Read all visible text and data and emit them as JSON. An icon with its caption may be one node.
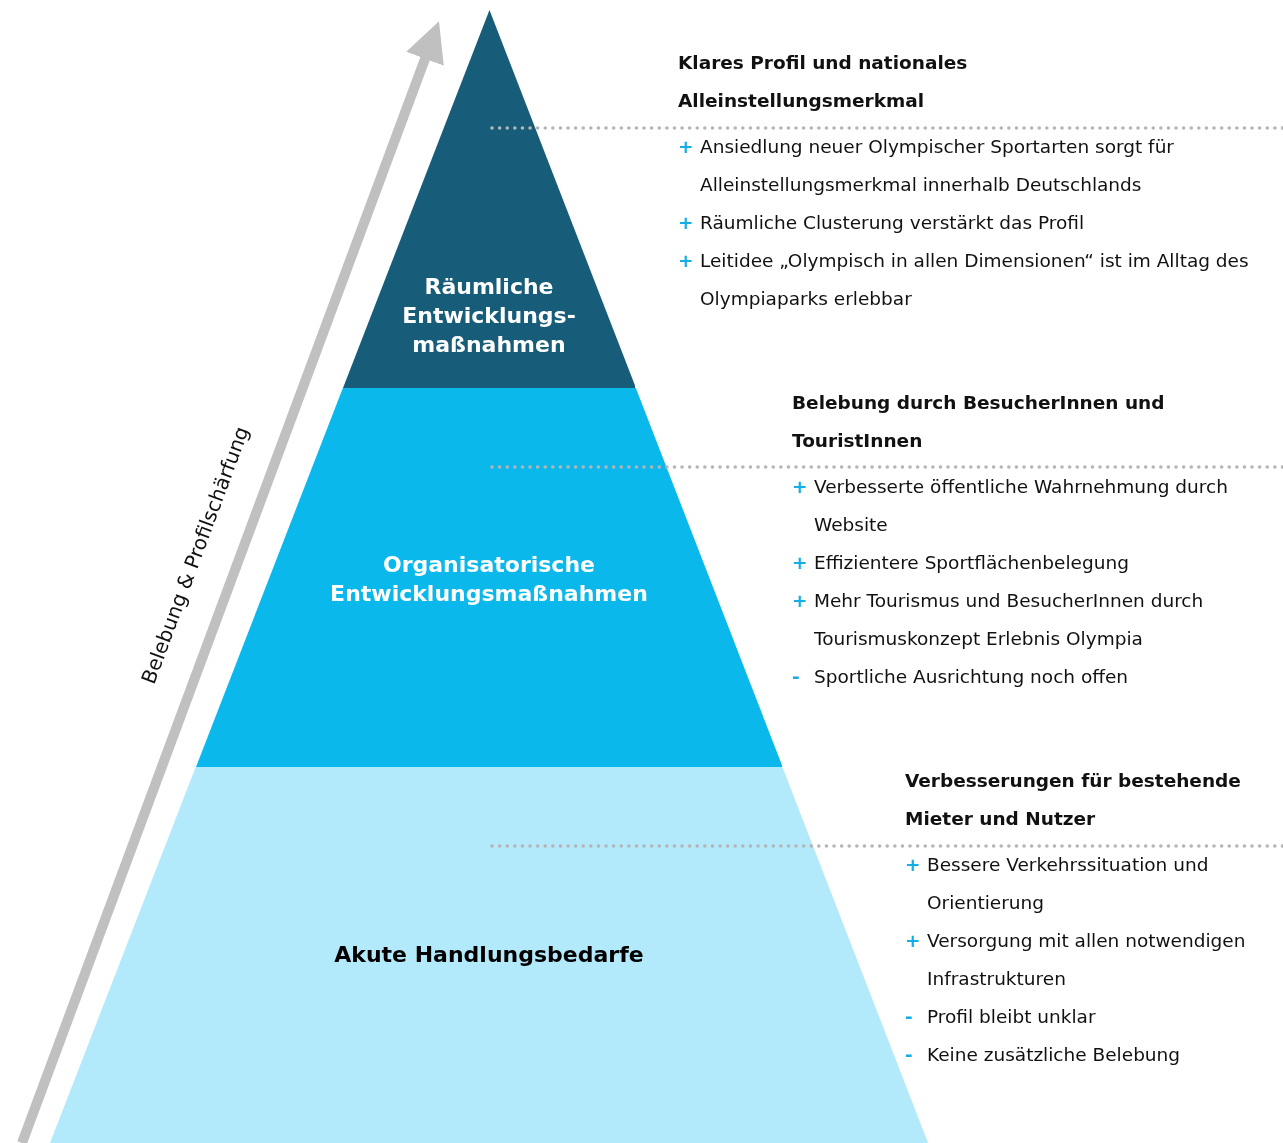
{
  "diagram": {
    "nodes": [
      {
        "text": [
          "Räumliche Entwicklungs- maßnahmen"
        ],
        "beside": [
          "Klares Profil und nationales Alleinstellungsmerkmal",
          "+ Ansiedlung neuer Olympischer Sportarten sorgt für Alleinstellungsmerkmal innerhalb Deutschlands",
          "+ Räumliche Clusterung verstärkt das Profil",
          "+ Leitidee „Olympisch in allen Dimensionen“ ist im Alltag des Olympiaparks erlebbar"
        ]
      },
      {
        "text": [
          "Organisatorische Entwicklungsmaßnahmen"
        ],
        "beside": [
          "Belebung durch BesucherInnen und TouristInnen",
          "+ Verbesserte öffentliche Wahrnehmung durch Website",
          "+ Effizientere Sportflächenbelegung",
          "+ Mehr Tourismus und BesucherInnen durch Tourismuskonzept Erlebnis Olympia",
          "- Sportliche Ausrichtung noch offen"
        ]
      },
      {
        "text": [
          "Akute Handlungsbedarfe"
        ],
        "beside": [
          "Verbesserungen für bestehende Mieter und Nutzer",
          "+ Bessere Verkehrssituation und Orientierung",
          "+ Versorgung mit allen notwendigen Infrastrukturen",
          "- Profil bleibt unklar",
          "- Keine zusätzliche Belebung"
        ]
      }
    ],
    "labels": [
      "Belebung & Profilschärfung"
    ]
  }
}
